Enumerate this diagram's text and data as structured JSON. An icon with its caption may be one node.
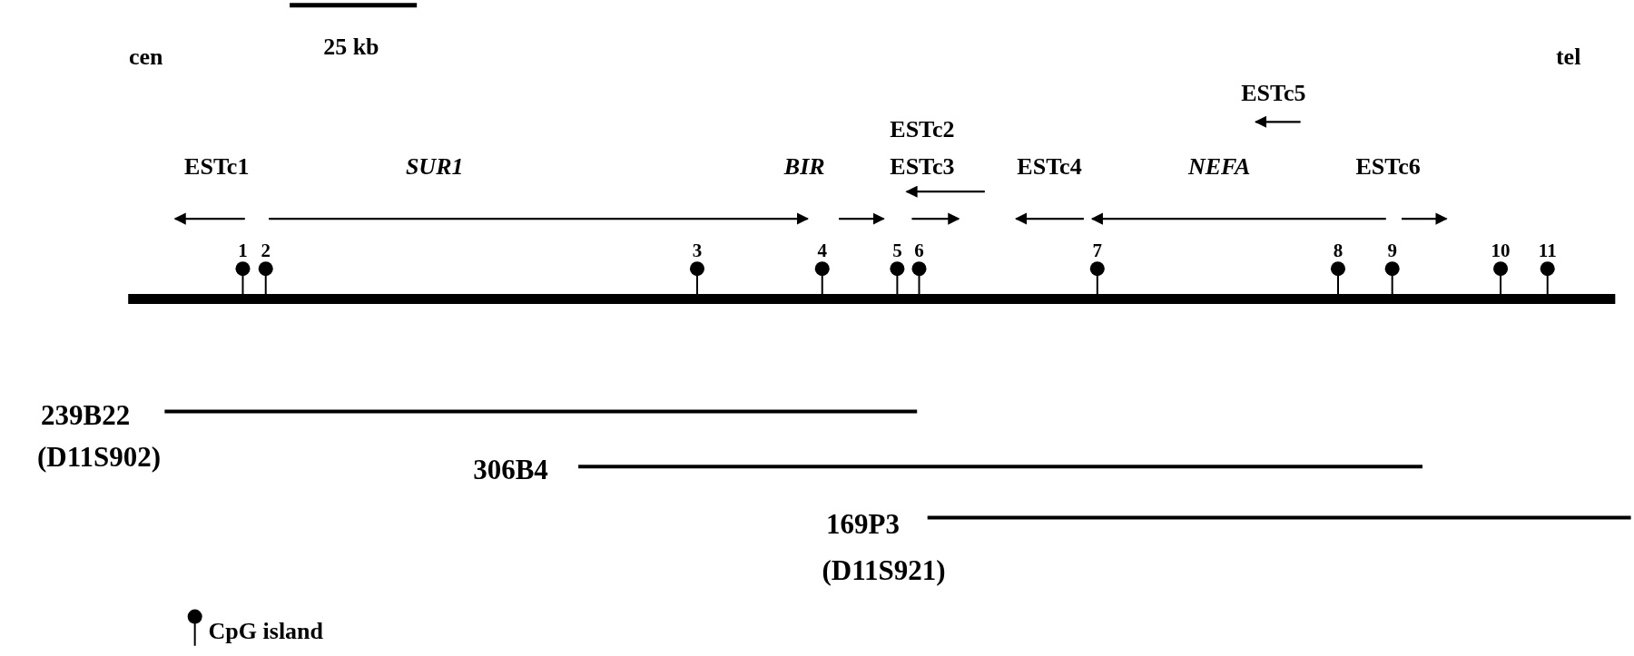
{
  "diagram": {
    "labels": [
      "25 kb",
      "cen",
      "tel",
      "ESTc5",
      "ESTc2",
      "ESTc1",
      "SUR1",
      "BIR",
      "ESTc3",
      "ESTc4",
      "NEFA",
      "ESTc6",
      "1",
      "2",
      "3",
      "4",
      "5",
      "6",
      "7",
      "8",
      "9",
      "10",
      "11",
      "239B22",
      "(D11S902)",
      "306B4",
      "169P3",
      "(D11S921)"
    ],
    "legend": [
      {
        "text": "CpG island"
      }
    ]
  }
}
